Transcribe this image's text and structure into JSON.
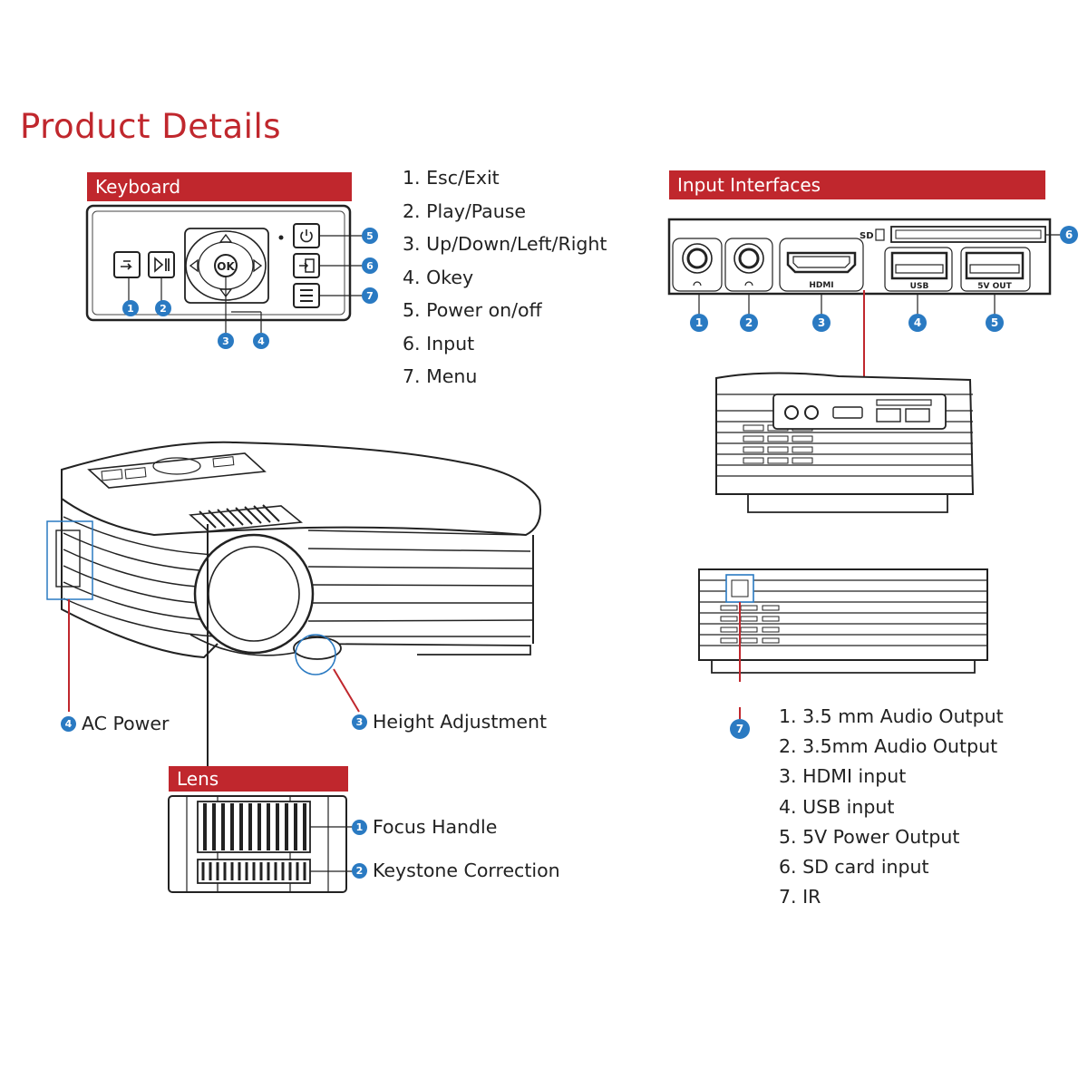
{
  "title": "Product Details",
  "keyboard": {
    "header": "Keyboard",
    "items": [
      "1. Esc/Exit",
      "2. Play/Pause",
      "3. Up/Down/Left/Right",
      "4. Okey",
      "5. Power on/off",
      "6. Input",
      "7. Menu"
    ],
    "ok_label": "OK",
    "markers": [
      "1",
      "2",
      "3",
      "4",
      "5",
      "6",
      "7"
    ]
  },
  "input": {
    "header": "Input Interfaces",
    "port_labels": {
      "hdmi": "HDMI",
      "usb": "USB",
      "out": "5V OUT",
      "sd": "SD"
    },
    "markers": [
      "1",
      "2",
      "3",
      "4",
      "5",
      "6",
      "7"
    ],
    "items": [
      "1. 3.5 mm Audio Output",
      "2. 3.5mm Audio Output",
      "3. HDMI input",
      "4. USB input",
      "5. 5V Power Output",
      "6. SD card input",
      "7. IR"
    ]
  },
  "projector": {
    "ac_power": {
      "num": "4",
      "label": "AC Power"
    },
    "height": {
      "num": "3",
      "label": "Height Adjustment"
    }
  },
  "lens": {
    "header": "Lens",
    "focus": {
      "num": "1",
      "label": "Focus Handle"
    },
    "keystone": {
      "num": "2",
      "label": "Keystone Correction"
    }
  },
  "colors": {
    "accent": "#c0272d",
    "marker": "#2a7ac2"
  }
}
